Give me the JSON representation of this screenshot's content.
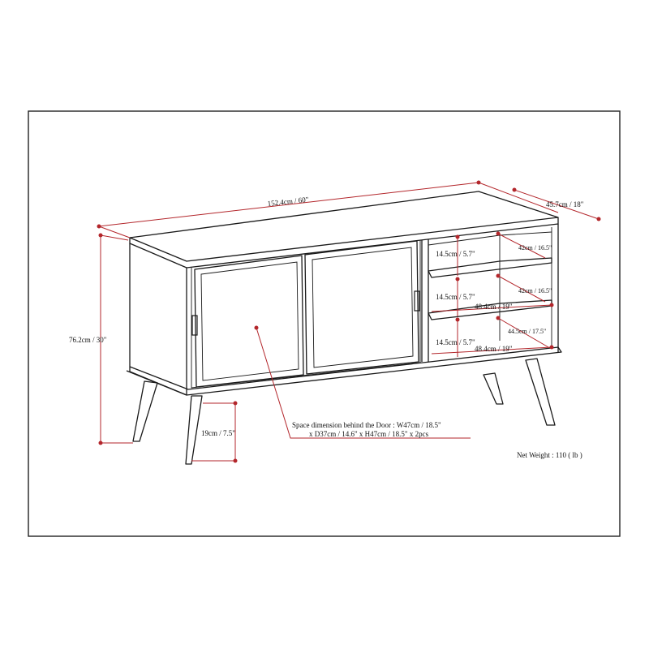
{
  "labels": {
    "width": "152.4cm / 60\"",
    "depth": "45.7cm / 18\"",
    "height": "76.2cm / 30\"",
    "leg_height": "19cm / 7.5\"",
    "shelf_height_1": "14.5cm / 5.7\"",
    "shelf_height_2": "14.5cm / 5.7\"",
    "shelf_height_3": "14.5cm / 5.7\"",
    "shelf_depth_1": "42cm / 16.5\"",
    "shelf_depth_2": "42cm / 16.5\"",
    "shelf_depth_3": "44.5cm / 17.5\"",
    "shelf_width_1": "48.4cm / 19\"",
    "shelf_width_2": "48.4cm / 19\"",
    "space_line1": "Space dimension behind the Door  : W47cm / 18.5\"",
    "space_line2": "x D37cm / 14.6\" x H47cm / 18.5\" x 2pcs",
    "net_weight": "Net Weight : 110 ( lb )"
  },
  "colors": {
    "dimension": "#b3262b",
    "outline": "#1a1a1a"
  }
}
